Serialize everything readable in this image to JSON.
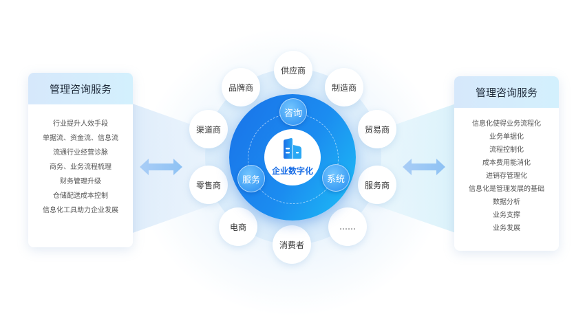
{
  "left_card": {
    "title": "管理咨询服务",
    "items": [
      "行业提升人效手段",
      "单据流、资金流、信息流",
      "流通行业经营诊脉",
      "商务、业务流程梳理",
      "财务管理升级",
      "仓储配送成本控制",
      "信息化工具助力企业发展"
    ]
  },
  "right_card": {
    "title": "管理咨询服务",
    "items": [
      "信息化使得业务流程化",
      "业务单据化",
      "流程控制化",
      "成本费用能消化",
      "进销存管理化",
      "信息化是管理发展的基础",
      "数据分析",
      "业务支撑",
      "业务发展"
    ]
  },
  "center": {
    "label": "企业数字化",
    "icon": "building-icon",
    "bubbles": [
      "咨询",
      "服务",
      "系统"
    ]
  },
  "nodes": [
    "供应商",
    "制造商",
    "贸易商",
    "服务商",
    "……",
    "消费者",
    "电商",
    "零售商",
    "渠道商",
    "品牌商"
  ],
  "colors": {
    "core_start": "#1a72e8",
    "core_end": "#1ec0f6",
    "accent": "#1a6ee6"
  }
}
